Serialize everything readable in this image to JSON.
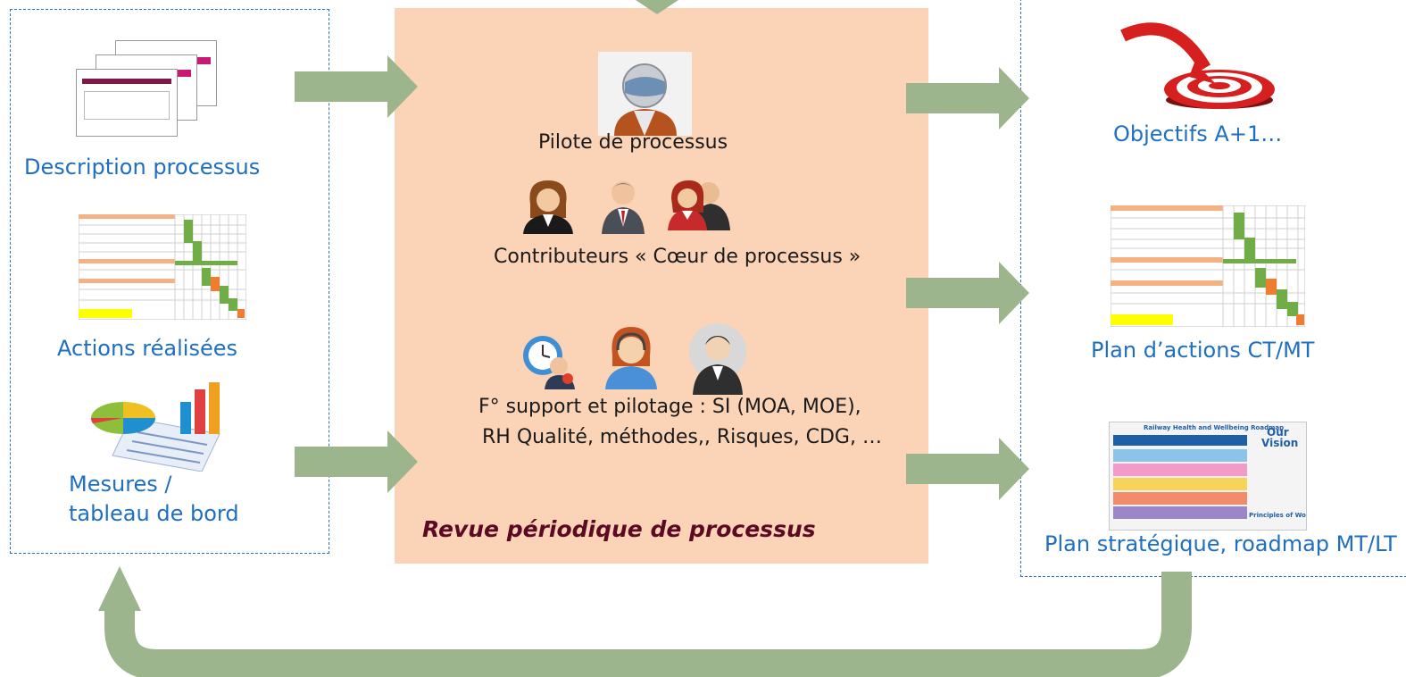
{
  "left": {
    "description_label": "Description processus",
    "actions_label": "Actions réalisées",
    "measures_label_1": "Mesures /",
    "measures_label_2": "tableau de bord"
  },
  "center": {
    "pilot_label": "Pilote de processus",
    "contributors_label": "Contributeurs « Cœur de processus »",
    "support_line1": "F° support et pilotage : SI (MOA, MOE),",
    "support_line2": "RH Qualité, méthodes,, Risques, CDG, …",
    "review_title": "Revue périodique de processus"
  },
  "right": {
    "objectives_label": "Objectifs A+1…",
    "action_plan_label": "Plan d’actions CT/MT",
    "strategic_label": "Plan stratégique, roadmap MT/LT"
  },
  "roadmap_thumbnail": {
    "title": "Railway Health and Wellbeing Roadmap",
    "vision_1": "Our",
    "vision_2": "Vision",
    "principles": "Principles of Working"
  },
  "colors": {
    "arrow": "#9cb58d",
    "center_bg": "#fbd3b6",
    "blue_text": "#1f6fc0",
    "dashed_border": "#2e74b5",
    "review_text": "#5c0a23"
  }
}
